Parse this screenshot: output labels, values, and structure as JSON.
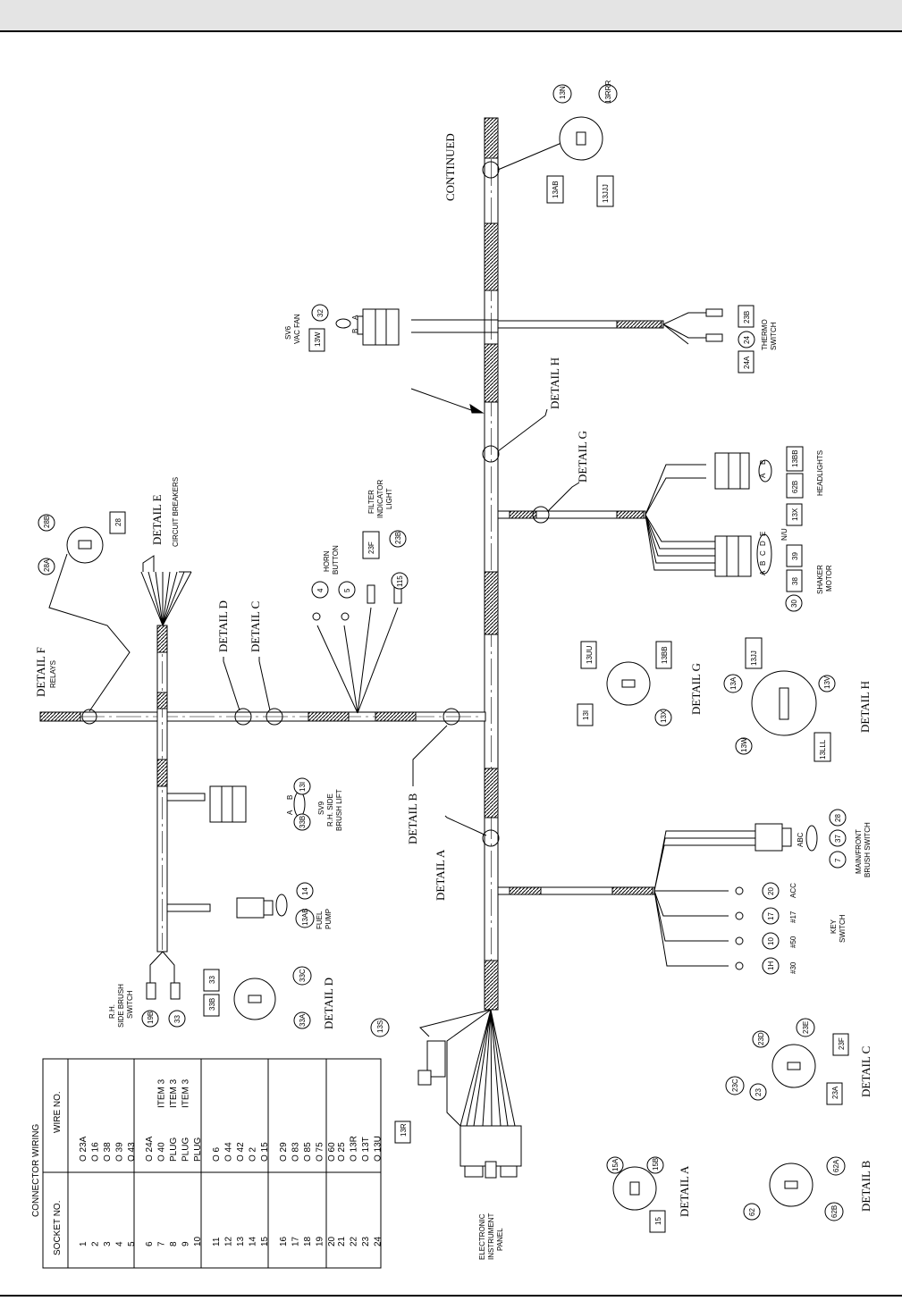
{
  "details": {
    "A": "DETAIL A",
    "B": "DETAIL B",
    "C": "DETAIL C",
    "D": "DETAIL D",
    "E": "DETAIL E",
    "F": "DETAIL F",
    "G": "DETAIL G",
    "H": "DETAIL H"
  },
  "labels": {
    "continued": "CONTINUED",
    "circuit_breakers": "CIRCUIT BREAKERS",
    "relays": "RELAYS",
    "filter_light": [
      "FILTER",
      "INDICATOR",
      "LIGHT"
    ],
    "horn_button": [
      "HORN",
      "BUTTON"
    ],
    "vac_fan": [
      "SV6",
      "VAC FAN"
    ],
    "thermo_switch": [
      "THERMO",
      "SWITCH"
    ],
    "headlights": "HEADLIGHTS",
    "shaker_motor": [
      "SHAKER",
      "MOTOR"
    ],
    "nu": "N/U",
    "main_front_brush": [
      "MAIN/FRONT",
      "BRUSH SWITCH"
    ],
    "key_switch": [
      "KEY",
      "SWITCH"
    ],
    "key_terms": [
      "ACC",
      "#17",
      "#50",
      "#30"
    ],
    "fuel_pump": [
      "FUEL",
      "PUMP"
    ],
    "brush_lift": [
      "SV9",
      "R.H. SIDE",
      "BRUSH LIFT"
    ],
    "side_brush_switch": [
      "R.H.",
      "SIDE BRUSH",
      "SWITCH"
    ],
    "instrument_panel": [
      "ELECTRONIC",
      "INSTRUMENT",
      "PANEL"
    ]
  },
  "wires": {
    "continued_det": [
      "13N",
      "13RRR",
      "13AB",
      "13JJJ"
    ],
    "vac_fan": [
      "32",
      "13W"
    ],
    "thermo": [
      "23B",
      "24",
      "24A"
    ],
    "headlights": [
      "13BB",
      "62B"
    ],
    "shaker": [
      "13X",
      "39",
      "38",
      "30"
    ],
    "e_det": [
      "28B",
      "28",
      "28A"
    ],
    "horn": [
      "4",
      "5",
      "23F",
      "23B",
      "115"
    ],
    "g_det": [
      "13UU",
      "13BB",
      "13I",
      "13X"
    ],
    "h_det": [
      "13A",
      "13JJ",
      "13V",
      "13W",
      "13LLL"
    ],
    "brush_lift": [
      "13I",
      "33B"
    ],
    "main_front": [
      "28",
      "37",
      "7"
    ],
    "key": [
      "20",
      "17",
      "10",
      "1H"
    ],
    "fuel": [
      "14",
      "13AB"
    ],
    "side_switch": [
      "19B",
      "33"
    ],
    "d_det": [
      "33",
      "33C",
      "33B",
      "33A"
    ],
    "c_det": [
      "23D",
      "23E",
      "23F",
      "23C",
      "23",
      "23A"
    ],
    "panel": [
      "13S",
      "13R"
    ],
    "a_det": [
      "15A",
      "15B",
      "15"
    ],
    "b_det": [
      "62A",
      "62",
      "62B"
    ]
  },
  "pins": {
    "ab": [
      "A",
      "B"
    ],
    "ba": [
      "B",
      "A"
    ],
    "abcde": [
      "A",
      "B",
      "C",
      "D",
      "E"
    ],
    "abc": "ABC"
  },
  "table": {
    "title": "CONNECTOR WIRING",
    "col_socket": "SOCKET NO.",
    "col_wire": "WIRE NO.",
    "groups": [
      {
        "sockets": [
          "1",
          "2",
          "3",
          "4",
          "5"
        ],
        "wires": [
          "O 23A",
          "O 16",
          "O 38",
          "O 39",
          "O 43"
        ]
      },
      {
        "sockets": [
          "6",
          "7",
          "8",
          "9",
          "10"
        ],
        "wires": [
          "O 24A",
          "O 40",
          "PLUG",
          "PLUG",
          "PLUG"
        ],
        "notes": [
          "",
          "ITEM 3",
          "ITEM 3",
          "ITEM 3",
          ""
        ]
      },
      {
        "sockets": [
          "11",
          "12",
          "13",
          "14",
          "15"
        ],
        "wires": [
          "O 6",
          "O 44",
          "O 42",
          "O 2",
          "O 15"
        ]
      },
      {
        "sockets": [
          "16",
          "17",
          "18",
          "19",
          "20"
        ],
        "wires": [
          "O 29",
          "O 83",
          "O 85",
          "O 75",
          "O 60"
        ]
      },
      {
        "sockets": [
          "21",
          "22",
          "23",
          "24"
        ],
        "wires": [
          "O 25",
          "O 13R",
          "O 13T",
          "O 13U"
        ]
      }
    ]
  }
}
